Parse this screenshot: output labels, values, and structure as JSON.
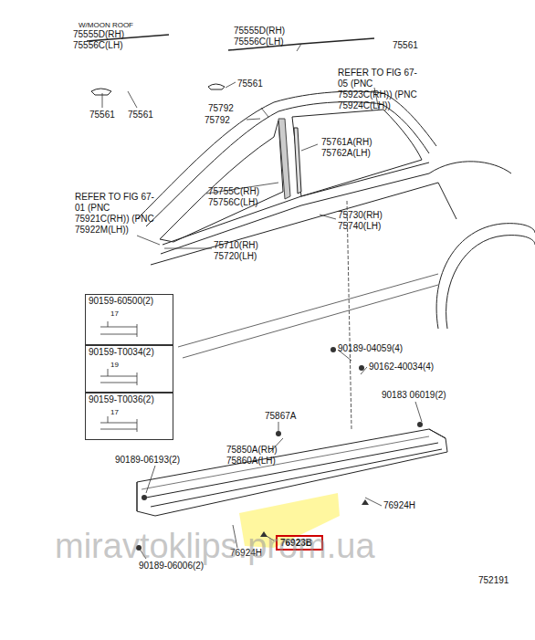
{
  "diagram": {
    "nodes": [
      {
        "text": [
          "90159-60500(2)",
          "17"
        ]
      },
      {
        "text": [
          "90159-T0034(2)",
          "19"
        ]
      },
      {
        "text": [
          "90159-T0036(2)",
          "17"
        ]
      },
      {
        "text": [
          "76923B"
        ]
      }
    ],
    "labels": [
      "W/MOON ROOF",
      "75555D(RH)",
      "75556C(LH)",
      "75555D(RH)",
      "75556C(LH)",
      "75561",
      "75561",
      "75561",
      "75561",
      "75792",
      "75792",
      "REFER TO FIG 67-05 (PNC 75923C(RH)) (PNC 75924C(LH))",
      "75761A(RH)",
      "75762A(LH)",
      "75755C(RH)",
      "75756C(LH)",
      "75730(RH)",
      "75740(LH)",
      "REFER TO FIG 67-01 (PNC 75921C(RH)) (PNC 75922M(LH))",
      "75710(RH)",
      "75720(LH)",
      "90189-04059(4)",
      "90162-40034(4)",
      "90183 06019(2)",
      "75867A",
      "75850A(RH)",
      "75860A(LH)",
      "90189-06193(2)",
      "76924H",
      "76924H",
      "90189-06006(2)",
      "752191",
      "miravtoklips.prom.ua"
    ]
  }
}
